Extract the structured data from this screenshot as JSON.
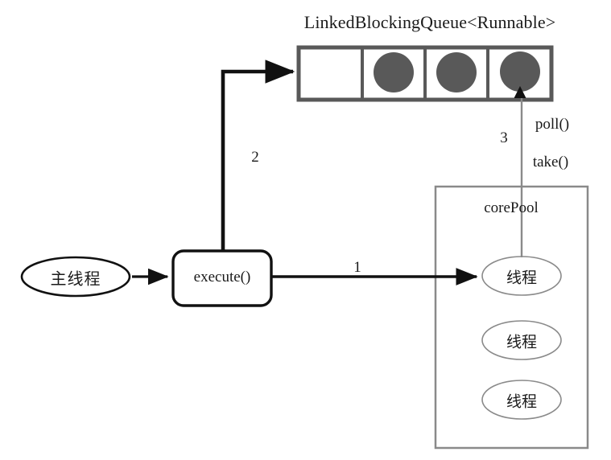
{
  "diagram": {
    "title": "LinkedBlockingQueue<Runnable>",
    "queue": {
      "name": "LinkedBlockingQueue<Runnable>",
      "cells": [
        {
          "index": 0,
          "filled": false
        },
        {
          "index": 1,
          "filled": true
        },
        {
          "index": 2,
          "filled": true
        },
        {
          "index": 3,
          "filled": true
        }
      ],
      "task_fill_color": "#595959",
      "border_color": "#595959"
    },
    "main_thread": {
      "label": "主线程"
    },
    "execute_box": {
      "label": "execute()"
    },
    "core_pool": {
      "label": "corePool",
      "threads": [
        {
          "label": "线程"
        },
        {
          "label": "线程"
        },
        {
          "label": "线程"
        }
      ],
      "border_color": "#808080"
    },
    "edges": [
      {
        "id": "submit",
        "label": "1",
        "from": "execute()",
        "to": "线程"
      },
      {
        "id": "enqueue",
        "label": "2",
        "from": "execute()",
        "to": "LinkedBlockingQueue<Runnable>"
      },
      {
        "id": "dequeue",
        "label": "3",
        "from": "LinkedBlockingQueue<Runnable>",
        "to": "线程"
      }
    ],
    "methods": {
      "poll": "poll()",
      "take": "take()"
    },
    "colors": {
      "stroke_dark": "#111111",
      "stroke_gray": "#808080",
      "task_gray": "#595959",
      "background": "#ffffff"
    }
  }
}
